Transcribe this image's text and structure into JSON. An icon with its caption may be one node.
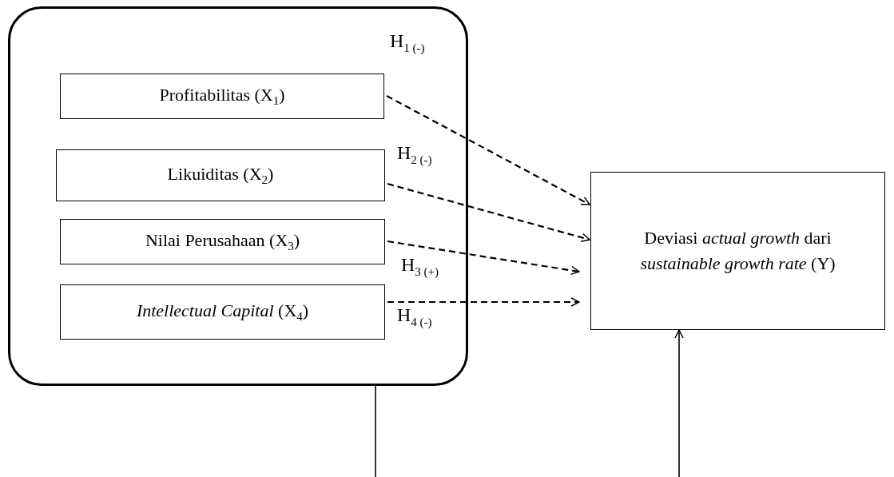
{
  "diagram": {
    "nodes": [
      {
        "text": [],
        "shape": "box"
      },
      {
        "text": [
          "Profitabilitas  (X$_{1}$)"
        ],
        "in": 0
      },
      {
        "text": [
          "Likuiditas  (X$_{2}$)"
        ],
        "in": 0
      },
      {
        "text": [
          "Nilai Perusahaan (X$_{3}$)"
        ],
        "in": 0
      },
      {
        "text": [
          "*Intellectual Capital* (X$_{4}$)"
        ],
        "in": 0
      },
      {
        "text": [
          "Deviasi *actual growth* dari *sustainable growth rate* (Y)"
        ]
      }
    ],
    "edges": [
      {
        "from": 1,
        "to": 5,
        "arrow": "to",
        "style": "dashed",
        "label": "H$_{1 (-)}$"
      },
      {
        "from": 2,
        "to": 5,
        "arrow": "to",
        "style": "dashed",
        "label": "H$_{2 (-)}$"
      },
      {
        "from": 3,
        "to": 5,
        "arrow": "to",
        "style": "dashed",
        "label": "H$_{3 (+)}$"
      },
      {
        "from": 4,
        "to": 5,
        "arrow": "to",
        "style": "dashed",
        "label": "H$_{4 (-)}$"
      },
      {
        "from": 0,
        "to": null,
        "arrow": "none"
      },
      {
        "from": null,
        "to": 5,
        "arrow": "to"
      }
    ]
  }
}
